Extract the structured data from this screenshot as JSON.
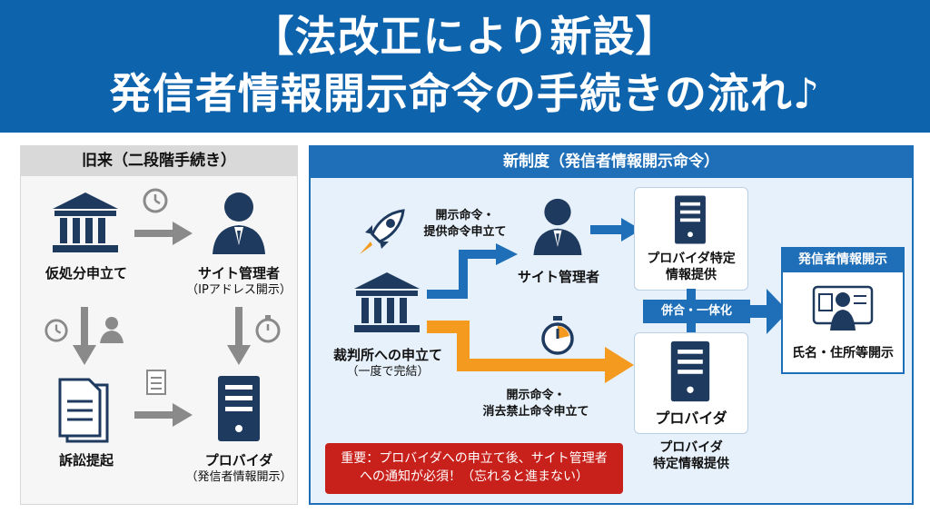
{
  "header": {
    "line1": "【法改正により新設】",
    "line2": "発信者情報開示命令の手続きの流れ♪"
  },
  "old": {
    "title": "旧来（二段階手続き）",
    "step1": "仮処分申立て",
    "step2": "サイト管理者",
    "step2_sub": "（IPアドレス開示）",
    "step3": "訴訟提起",
    "step4": "プロバイダ",
    "step4_sub": "（発信者情報開示）"
  },
  "new": {
    "title": "新制度（発信者情報開示命令）",
    "court": "裁判所への申立て",
    "court_sub": "（一度で完結）",
    "top_label_1": "開示命令・",
    "top_label_2": "提供命令申立て",
    "site_admin": "サイト管理者",
    "provider_specific_1": "プロバイダ特定",
    "provider_specific_2": "情報提供",
    "bottom_label_1": "開示命令・",
    "bottom_label_2": "消去禁止命令申立て",
    "provider": "プロバイダ",
    "provider_info_1": "プロバイダ",
    "provider_info_2": "特定情報提供",
    "merge": "併合・一体化",
    "result_title": "発信者情報開示",
    "result_text": "氏名・住所等開示",
    "note_line1": "重要：プロバイダへの申立て後、サイト管理者",
    "note_line2": "への通知が必須！（忘れると進まない）"
  },
  "colors": {
    "header": "#0e63ad",
    "accent_blue": "#1f6fb8",
    "accent_orange": "#f39a1f",
    "note_red": "#c8201b",
    "gray": "#8a8a8a"
  }
}
